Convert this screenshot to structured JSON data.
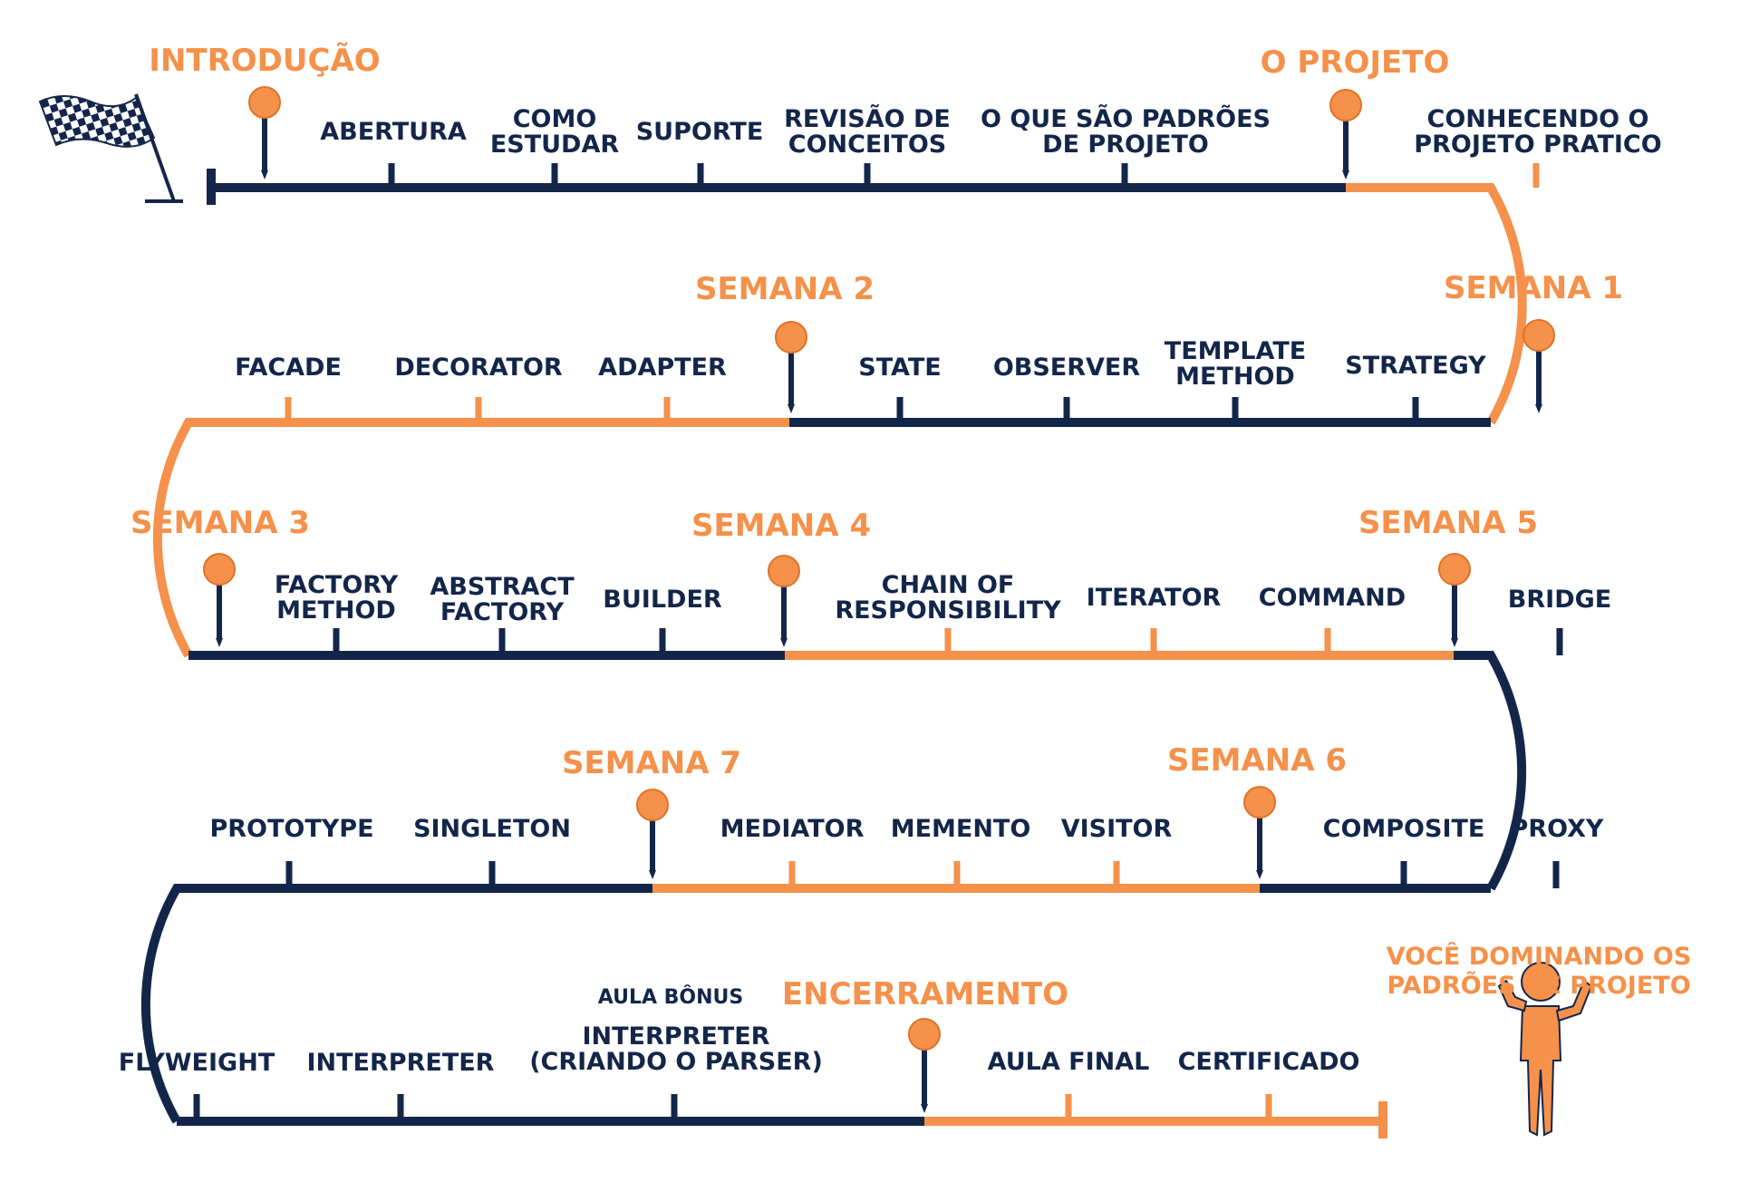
{
  "colors": {
    "navy": "#13264a",
    "orange": "#f5914a"
  },
  "icons": {
    "start": "checkered-flag-icon",
    "end": "person-celebrating-icon"
  },
  "sections": [
    {
      "id": "intro",
      "label": "INTRODUÇÃO"
    },
    {
      "id": "projeto",
      "label": "O PROJETO"
    },
    {
      "id": "semana1",
      "label": "SEMANA 1"
    },
    {
      "id": "semana2",
      "label": "SEMANA 2"
    },
    {
      "id": "semana3",
      "label": "SEMANA 3"
    },
    {
      "id": "semana4",
      "label": "SEMANA 4"
    },
    {
      "id": "semana5",
      "label": "SEMANA 5"
    },
    {
      "id": "semana6",
      "label": "SEMANA 6"
    },
    {
      "id": "semana7",
      "label": "SEMANA 7"
    },
    {
      "id": "encerramento",
      "label": "ENCERRAMENTO"
    }
  ],
  "topics": [
    {
      "id": "abertura",
      "lines": [
        "ABERTURA"
      ]
    },
    {
      "id": "como-estudar",
      "lines": [
        "COMO",
        "ESTUDAR"
      ]
    },
    {
      "id": "suporte",
      "lines": [
        "SUPORTE"
      ]
    },
    {
      "id": "revisao-conceitos",
      "lines": [
        "REVISÃO DE",
        "CONCEITOS"
      ]
    },
    {
      "id": "o-que-sao-padroes",
      "lines": [
        "O QUE SÃO PADRÕES",
        "DE PROJETO"
      ]
    },
    {
      "id": "conhecendo-projeto",
      "lines": [
        "CONHECENDO O",
        "PROJETO PRATICO"
      ]
    },
    {
      "id": "strategy",
      "lines": [
        "STRATEGY"
      ]
    },
    {
      "id": "template-method",
      "lines": [
        "TEMPLATE",
        "METHOD"
      ]
    },
    {
      "id": "observer",
      "lines": [
        "OBSERVER"
      ]
    },
    {
      "id": "state",
      "lines": [
        "STATE"
      ]
    },
    {
      "id": "adapter",
      "lines": [
        "ADAPTER"
      ]
    },
    {
      "id": "decorator",
      "lines": [
        "DECORATOR"
      ]
    },
    {
      "id": "facade",
      "lines": [
        "FACADE"
      ]
    },
    {
      "id": "factory-method",
      "lines": [
        "FACTORY",
        "METHOD"
      ]
    },
    {
      "id": "abstract-factory",
      "lines": [
        "ABSTRACT",
        "FACTORY"
      ]
    },
    {
      "id": "builder",
      "lines": [
        "BUILDER"
      ]
    },
    {
      "id": "chain-of-responsibility",
      "lines": [
        "CHAIN OF",
        "RESPONSIBILITY"
      ]
    },
    {
      "id": "iterator",
      "lines": [
        "ITERATOR"
      ]
    },
    {
      "id": "command",
      "lines": [
        "COMMAND"
      ]
    },
    {
      "id": "bridge",
      "lines": [
        "BRIDGE"
      ]
    },
    {
      "id": "proxy",
      "lines": [
        "PROXY"
      ]
    },
    {
      "id": "composite",
      "lines": [
        "COMPOSITE"
      ]
    },
    {
      "id": "visitor",
      "lines": [
        "VISITOR"
      ]
    },
    {
      "id": "memento",
      "lines": [
        "MEMENTO"
      ]
    },
    {
      "id": "mediator",
      "lines": [
        "MEDIATOR"
      ]
    },
    {
      "id": "singleton",
      "lines": [
        "SINGLETON"
      ]
    },
    {
      "id": "prototype",
      "lines": [
        "PROTOTYPE"
      ]
    },
    {
      "id": "flyweight",
      "lines": [
        "FLYWEIGHT"
      ]
    },
    {
      "id": "interpreter",
      "lines": [
        "INTERPRETER"
      ]
    },
    {
      "id": "interpreter-parser",
      "lines": [
        "INTERPRETER",
        "(CRIANDO O PARSER)"
      ],
      "tag": "AULA BÔNUS"
    },
    {
      "id": "aula-final",
      "lines": [
        "AULA FINAL"
      ]
    },
    {
      "id": "certificado",
      "lines": [
        "CERTIFICADO"
      ]
    }
  ],
  "finish": {
    "lines": [
      "VOCÊ DOMINANDO OS",
      "PADRÕES DE PROJETO"
    ]
  }
}
